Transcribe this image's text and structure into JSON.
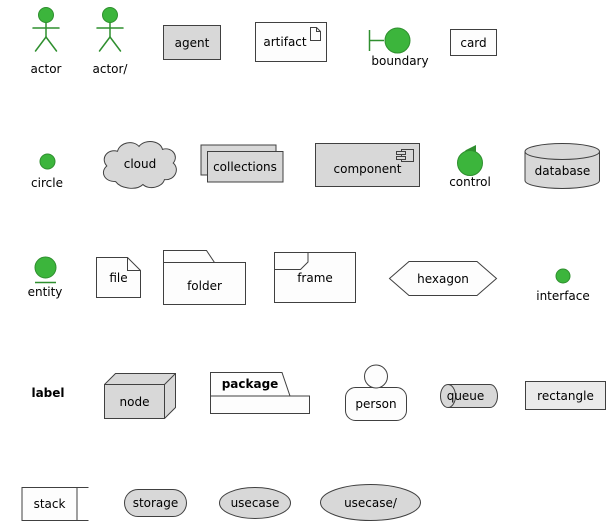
{
  "palette": {
    "green_fill": "#3CB53C",
    "green_stroke": "#2F8F2F",
    "gray_fill": "#D8D8D8",
    "white_fill": "#FDFDFD",
    "light_fill": "#EBEBEB",
    "border": "#404040"
  },
  "shapes": {
    "actor": {
      "label": "actor"
    },
    "actor2": {
      "label": "actor/"
    },
    "agent": {
      "label": "agent"
    },
    "artifact": {
      "label": "artifact"
    },
    "boundary": {
      "label": "boundary"
    },
    "card": {
      "label": "card"
    },
    "circle": {
      "label": "circle"
    },
    "cloud": {
      "label": "cloud"
    },
    "collections": {
      "label": "collections"
    },
    "component": {
      "label": "component"
    },
    "control": {
      "label": "control"
    },
    "database": {
      "label": "database"
    },
    "entity": {
      "label": "entity"
    },
    "file": {
      "label": "file"
    },
    "folder": {
      "label": "folder"
    },
    "frame": {
      "label": "frame"
    },
    "hexagon": {
      "label": "hexagon"
    },
    "interface": {
      "label": "interface"
    },
    "label": {
      "label": "label"
    },
    "node": {
      "label": "node"
    },
    "package": {
      "label": "package"
    },
    "person": {
      "label": "person"
    },
    "queue": {
      "label": "queue"
    },
    "rectangle": {
      "label": "rectangle"
    },
    "stack": {
      "label": "stack"
    },
    "storage": {
      "label": "storage"
    },
    "usecase": {
      "label": "usecase"
    },
    "usecase2": {
      "label": "usecase/"
    }
  }
}
